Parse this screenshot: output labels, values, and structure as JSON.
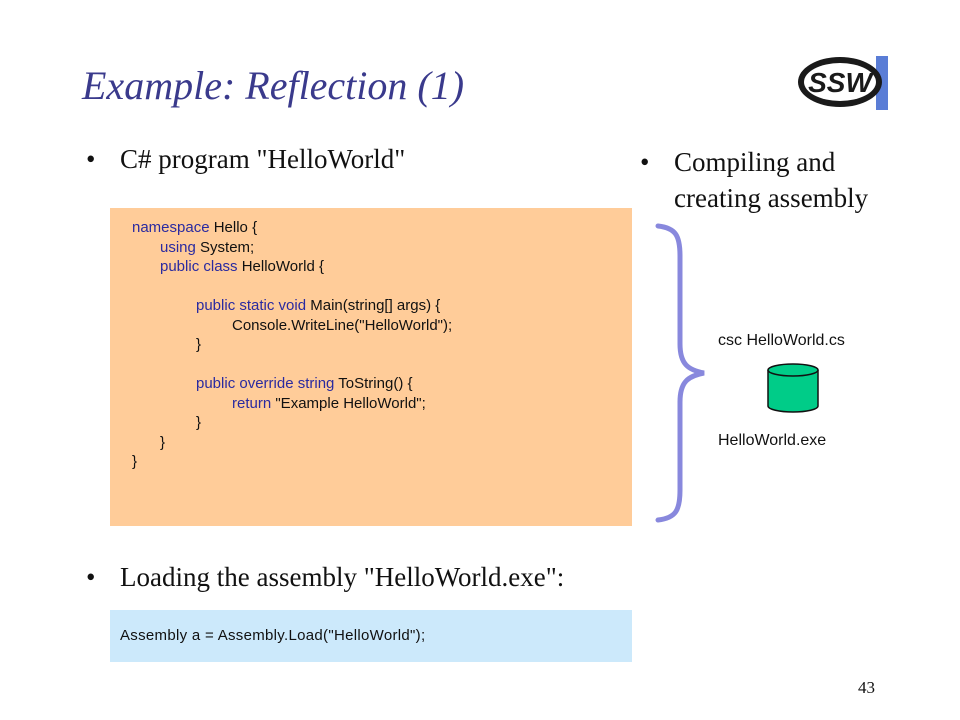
{
  "slide": {
    "title": "Example: Reflection (1)",
    "bullet_char": "•",
    "bullets": {
      "csharp_program": "C# program \"HelloWorld\"",
      "compiling": [
        "Compiling and",
        "creating assembly"
      ],
      "loading": "Loading the assembly \"HelloWorld.exe\":"
    },
    "code_lines": [
      {
        "kw": "namespace ",
        "rest": "Hello {",
        "indent": 0
      },
      {
        "kw": "using ",
        "rest": "System;",
        "indent": 1
      },
      {
        "kw": "public class ",
        "rest": "HelloWorld {",
        "indent": 1
      },
      {
        "kw": "",
        "rest": "",
        "indent": 0
      },
      {
        "kw": "public static void ",
        "rest": "Main(string[] args) {",
        "indent": 2
      },
      {
        "kw": "",
        "rest": "Console.WriteLine(\"HelloWorld\");",
        "indent": 3
      },
      {
        "kw": "",
        "rest": "}",
        "indent": 2
      },
      {
        "kw": "",
        "rest": "",
        "indent": 0
      },
      {
        "kw": "public override string ",
        "rest": "ToString() {",
        "indent": 2
      },
      {
        "kw": "return ",
        "rest": "\"Example HelloWorld\";",
        "indent": 3
      },
      {
        "kw": "",
        "rest": "}",
        "indent": 2
      },
      {
        "kw": "",
        "rest": "}",
        "indent": 1
      },
      {
        "kw": "",
        "rest": "}",
        "indent": 0
      }
    ],
    "load_code": "Assembly a = Assembly.Load(\"HelloWorld\");",
    "compile_command": "csc HelloWorld.cs",
    "output_file": "HelloWorld.exe",
    "page_number": "43",
    "logo_text": "SSW"
  },
  "colors": {
    "title": "#3a3a8c",
    "code_keyword": "#2a2aa0",
    "code_box_bg": "#ffcc99",
    "load_box_bg": "#cce9fb",
    "brace": "#8888dd",
    "cylinder": "#00cc88"
  },
  "icons": [
    "ssw-logo",
    "curly-brace-icon",
    "database-cylinder-icon"
  ]
}
